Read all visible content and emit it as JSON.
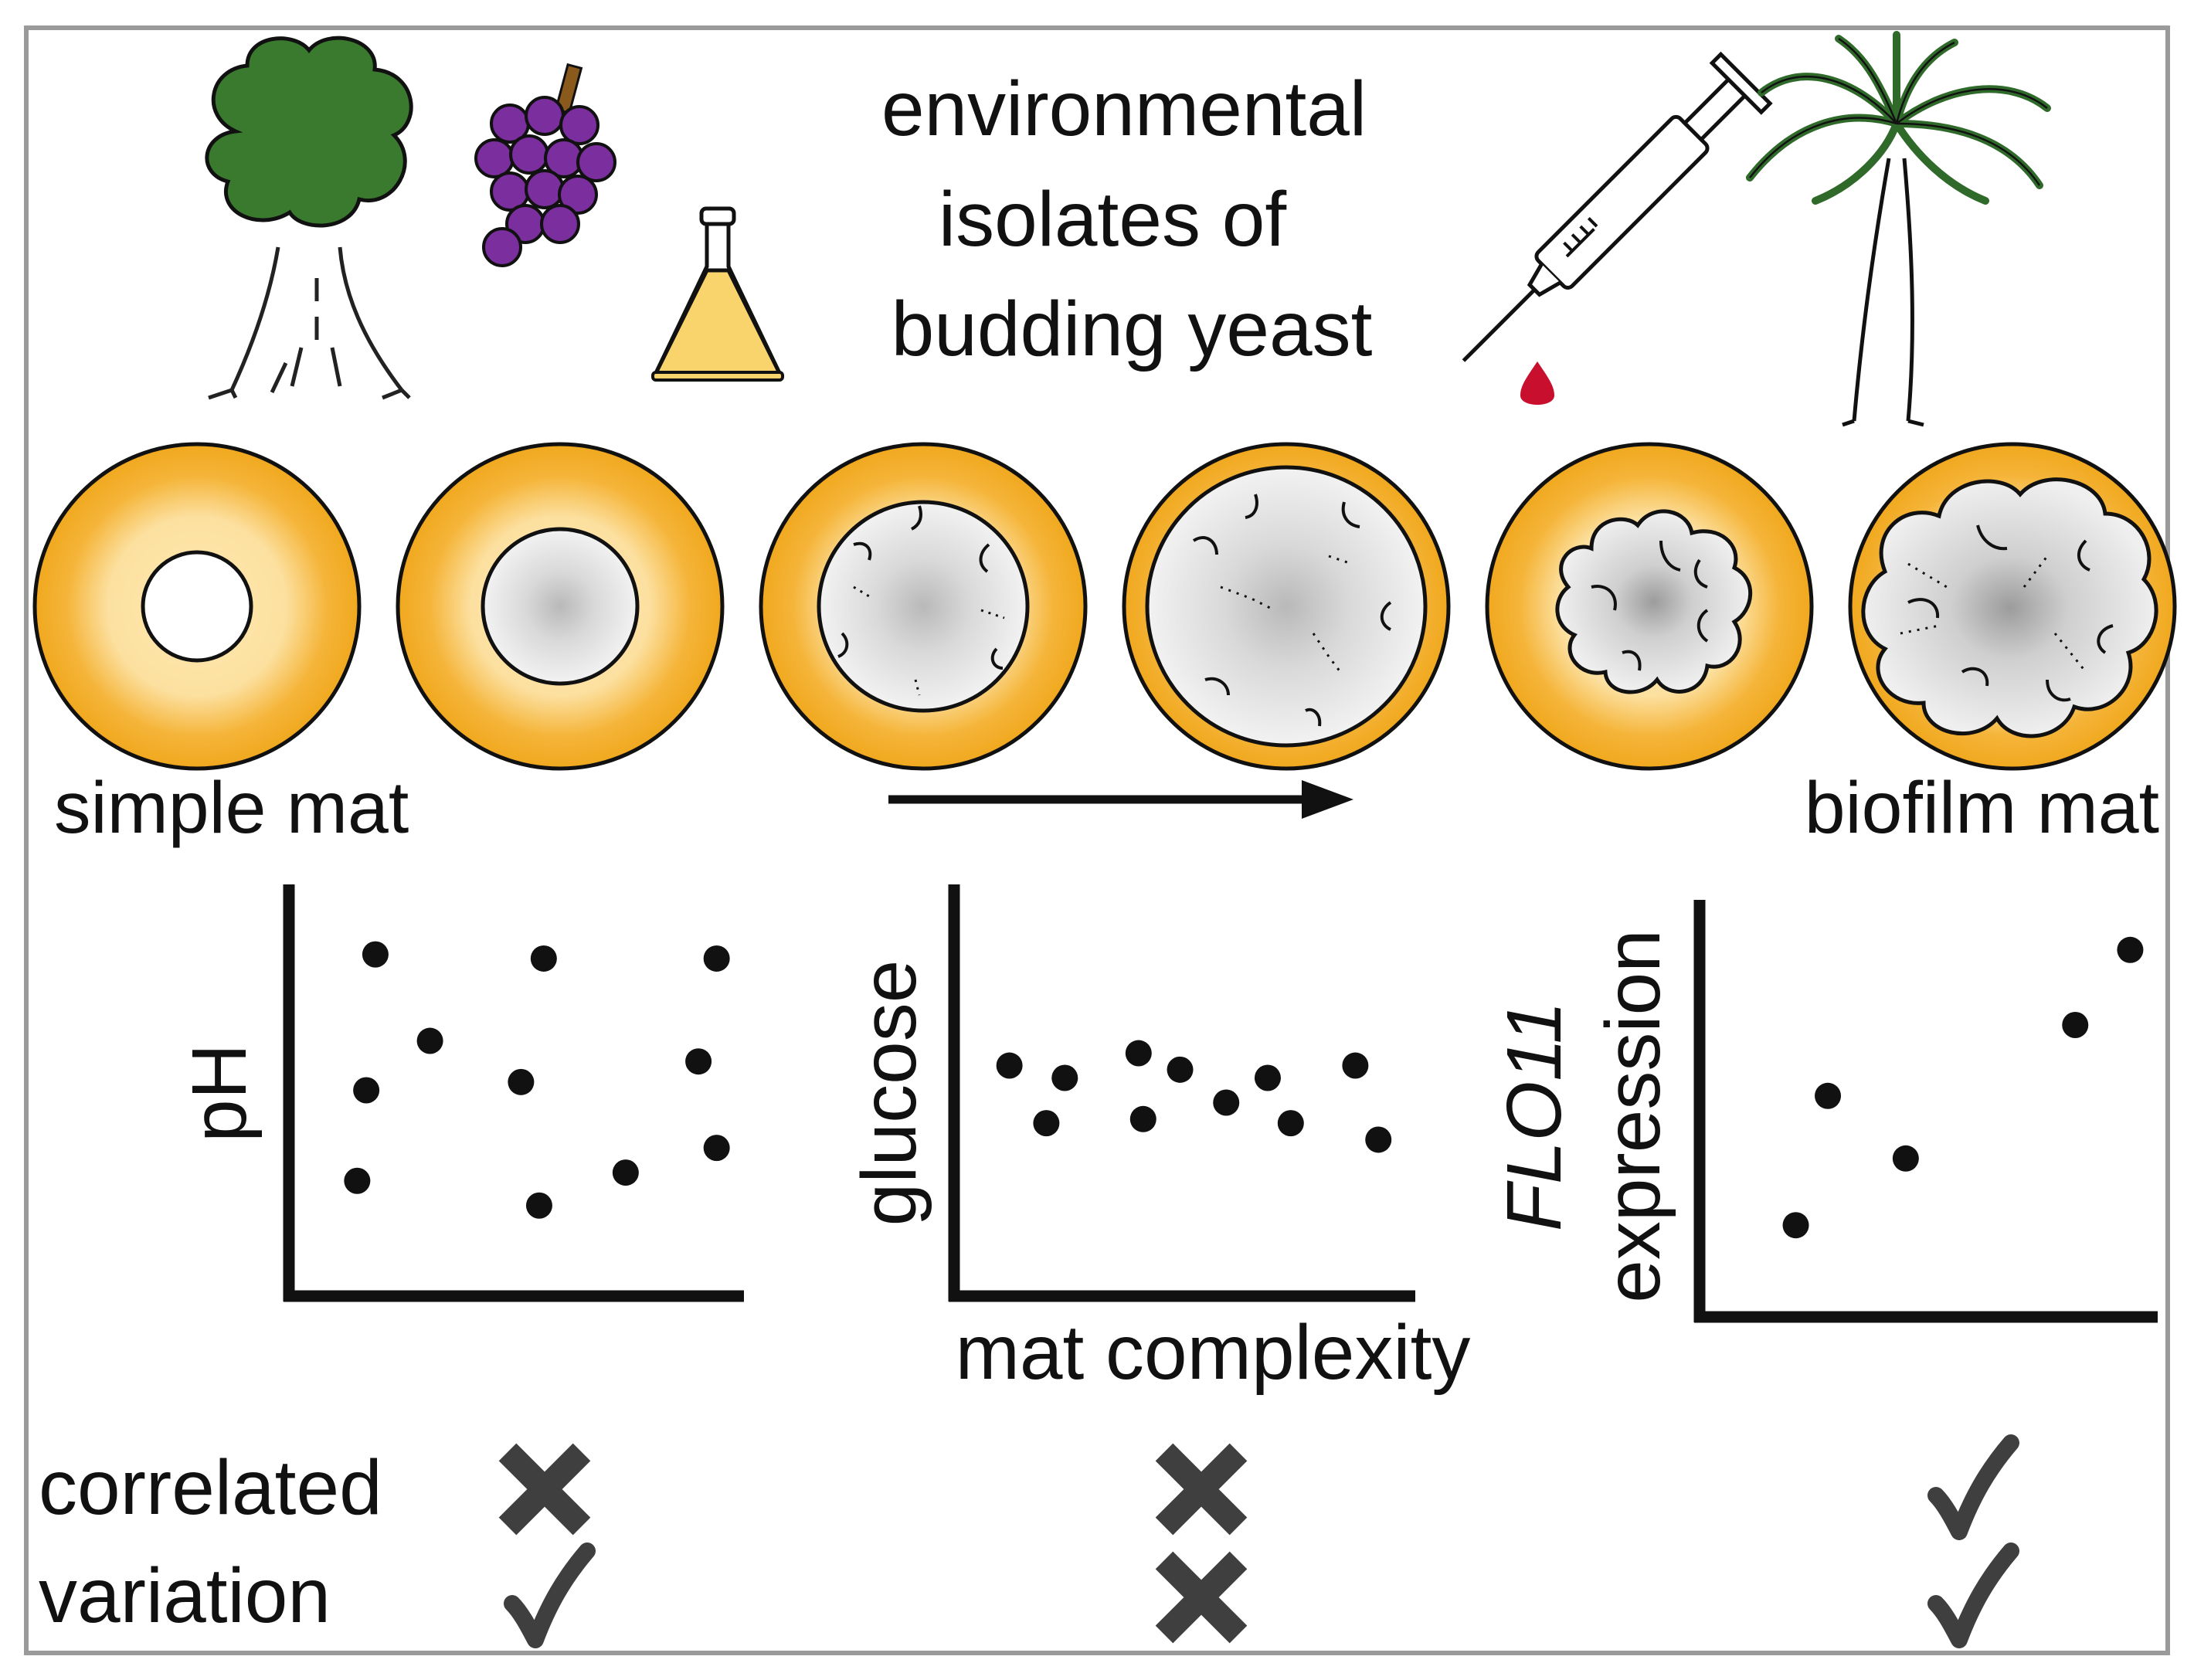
{
  "header": {
    "title_lines": [
      "environmental",
      "isolates of",
      "budding yeast"
    ],
    "source_icons": [
      "tree-icon",
      "grapes-icon",
      "flask-icon",
      "syringe-icon",
      "palm-tree-icon"
    ]
  },
  "mats": {
    "left_label": "simple mat",
    "right_label": "biofilm mat",
    "count": 6
  },
  "plots": {
    "xlabel": "mat complexity",
    "charts": [
      {
        "ylabel": "pH",
        "ylabel_italic": "",
        "points": [
          [
            0.19,
            0.83
          ],
          [
            0.56,
            0.82
          ],
          [
            0.94,
            0.82
          ],
          [
            0.31,
            0.62
          ],
          [
            0.17,
            0.5
          ],
          [
            0.51,
            0.52
          ],
          [
            0.9,
            0.57
          ],
          [
            0.94,
            0.36
          ],
          [
            0.15,
            0.28
          ],
          [
            0.55,
            0.22
          ],
          [
            0.74,
            0.3
          ]
        ]
      },
      {
        "ylabel": "glucose",
        "ylabel_italic": "",
        "points": [
          [
            0.12,
            0.56
          ],
          [
            0.24,
            0.53
          ],
          [
            0.2,
            0.42
          ],
          [
            0.4,
            0.59
          ],
          [
            0.49,
            0.55
          ],
          [
            0.41,
            0.43
          ],
          [
            0.59,
            0.47
          ],
          [
            0.68,
            0.53
          ],
          [
            0.73,
            0.42
          ],
          [
            0.87,
            0.56
          ],
          [
            0.92,
            0.38
          ]
        ]
      },
      {
        "ylabel": "expression",
        "ylabel_italic": "FLO11",
        "points": [
          [
            0.21,
            0.22
          ],
          [
            0.28,
            0.53
          ],
          [
            0.45,
            0.38
          ],
          [
            0.82,
            0.7
          ],
          [
            0.94,
            0.88
          ]
        ]
      }
    ]
  },
  "summary": {
    "row_labels": [
      "correlated",
      "variation"
    ],
    "marks": [
      [
        "cross",
        "cross",
        "check"
      ],
      [
        "check",
        "cross",
        "check"
      ]
    ],
    "colors": {
      "mark": "#3f3f3f"
    }
  },
  "colors": {
    "tree_green": "#3a7a2e",
    "grape_purple": "#7b2e9e",
    "liquid_yellow": "#f9d36b",
    "mat_orange": "#f0a81e",
    "blood_red": "#c8102e",
    "colony_grey": "#d6d6d6"
  }
}
